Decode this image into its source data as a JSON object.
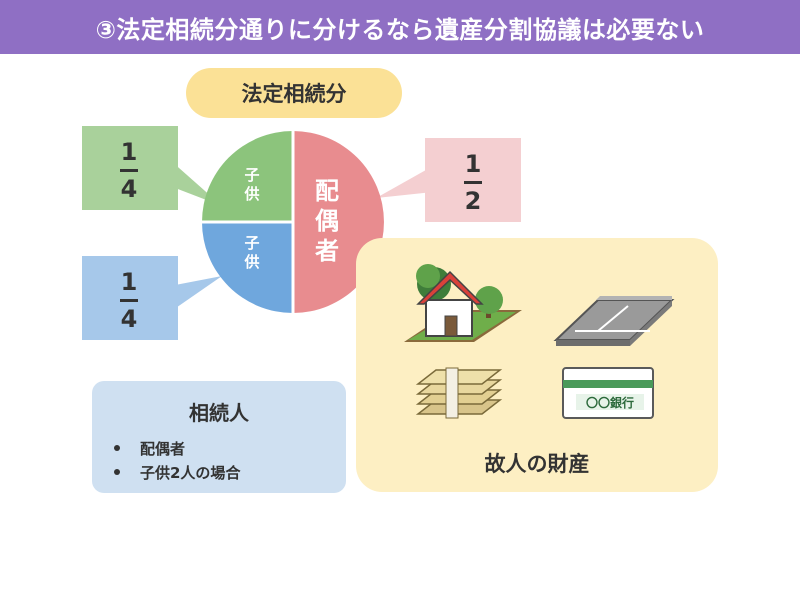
{
  "header": {
    "title": "③法定相続分通りに分けるなら遺産分割協議は必要ない"
  },
  "diagram": {
    "pill_label": "法定相続分",
    "shares": {
      "child_top": {
        "label": "子供",
        "numerator": "1",
        "denominator": "4",
        "fraction": 0.25,
        "color": "#8cc47c"
      },
      "child_bottom": {
        "label": "子供",
        "numerator": "1",
        "denominator": "4",
        "fraction": 0.25,
        "color": "#6fa7dd"
      },
      "spouse": {
        "label": "配偶者",
        "numerator": "1",
        "denominator": "2",
        "fraction": 0.5,
        "color": "#e88c8f"
      }
    },
    "callout_colors": {
      "child_top": "#a9d19b",
      "child_bottom": "#a6c8ea",
      "spouse": "#f4cfd1"
    }
  },
  "heirs": {
    "title": "相続人",
    "items": [
      "配偶者",
      "子供2人の場合"
    ]
  },
  "assets": {
    "label": "故人の財産",
    "icons": [
      "house-icon",
      "land-icon",
      "cash-bundle-icon",
      "bankbook-icon"
    ],
    "bankbook_text": "〇〇銀行"
  }
}
